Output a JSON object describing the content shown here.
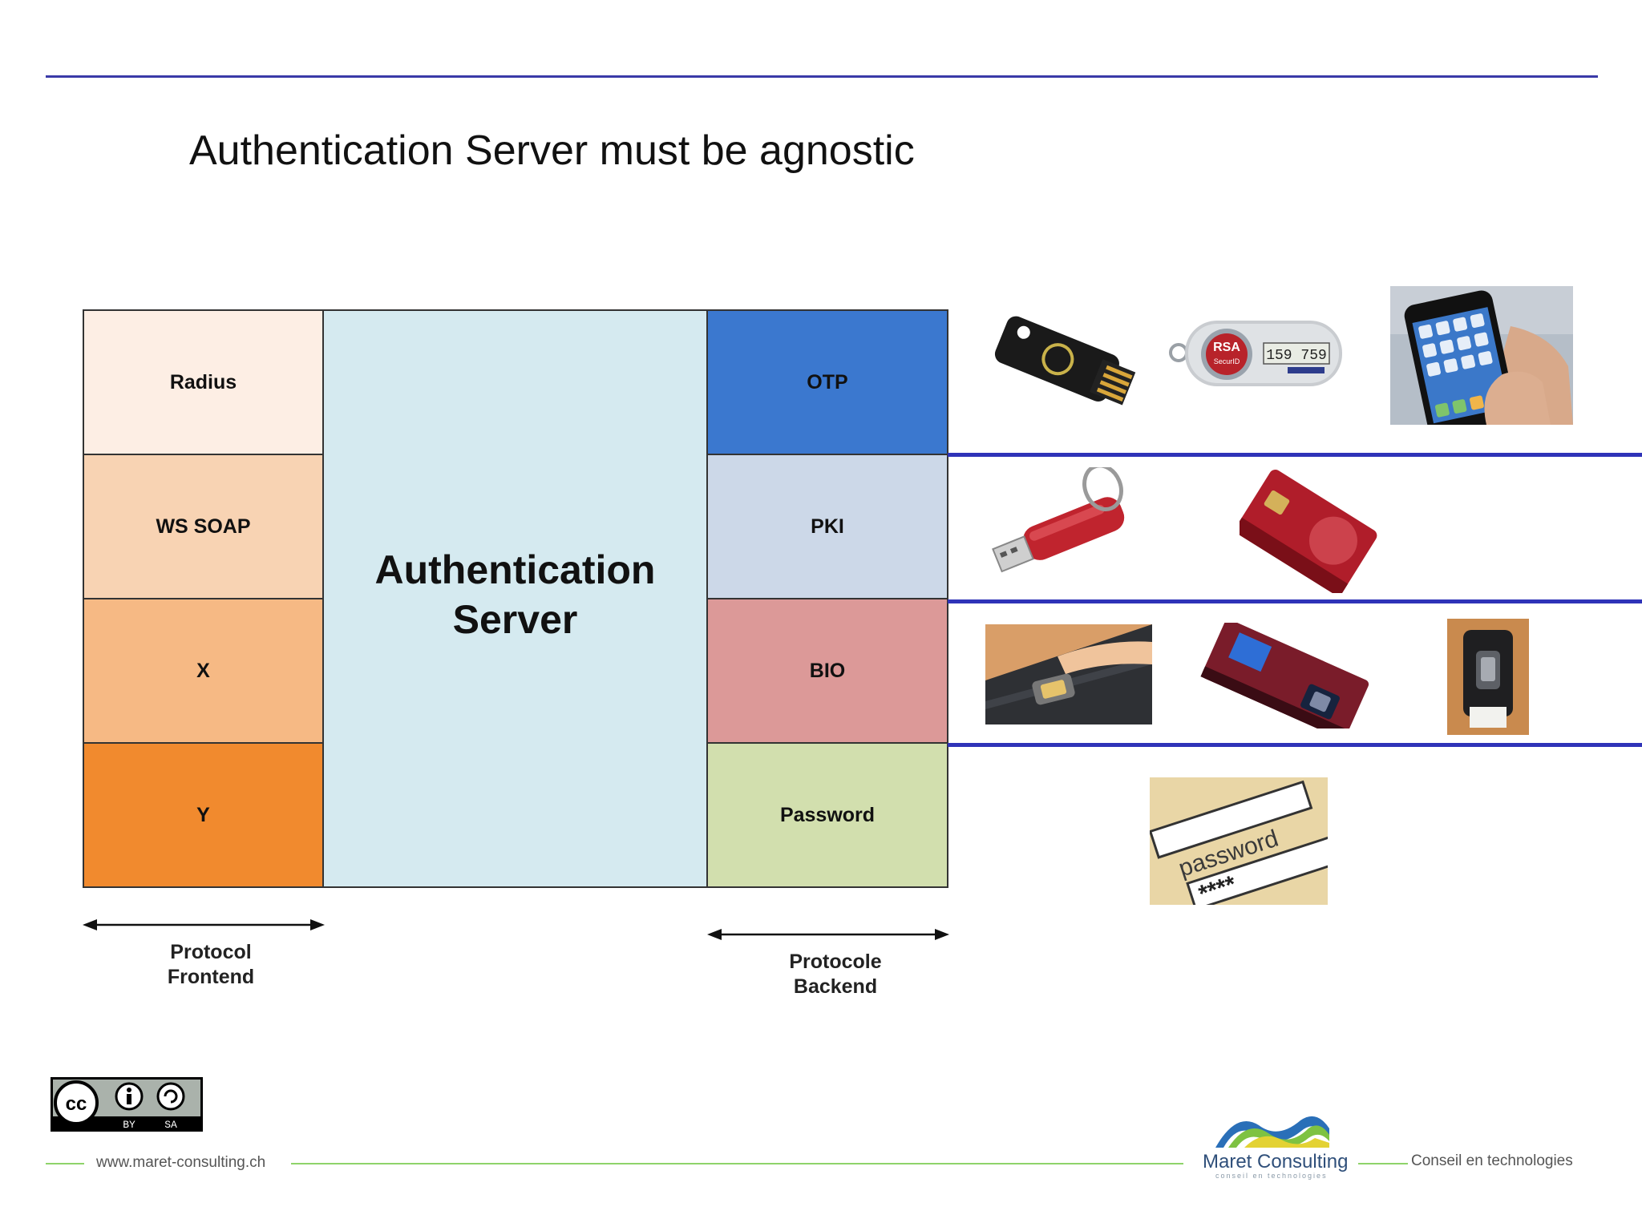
{
  "title": "Authentication Server must be agnostic",
  "frontend": [
    "Radius",
    "WS SOAP",
    "X",
    "Y"
  ],
  "server_lines": [
    "Authentication",
    "Server"
  ],
  "backend": [
    "OTP",
    "PKI",
    "BIO",
    "Password"
  ],
  "captions": {
    "frontend": [
      "Protocol",
      "Frontend"
    ],
    "backend": [
      "Protocole",
      "Backend"
    ]
  },
  "photos": {
    "rsa_brand": "RSA",
    "rsa_model": "SecurID",
    "rsa_display": "159 759",
    "password_words": [
      "password",
      "****"
    ]
  },
  "badge": {
    "by": "BY",
    "sa": "SA"
  },
  "footer": {
    "url": "www.maret-consulting.ch",
    "company": "Maret Consulting",
    "company_sub": "conseil en technologies",
    "tagline": "Conseil en technologies"
  },
  "colors": {
    "frontend": [
      "#fdeee4",
      "#f8d3b3",
      "#f6b984",
      "#f18a2e"
    ],
    "server": "#d5eaf0",
    "backend": [
      "#3b78cf",
      "#ccd8e8",
      "#dc9998",
      "#d2dfae"
    ],
    "separator": "#2f33b8",
    "rule": "#3a3aa8",
    "footer_line": "#8fd36a"
  }
}
